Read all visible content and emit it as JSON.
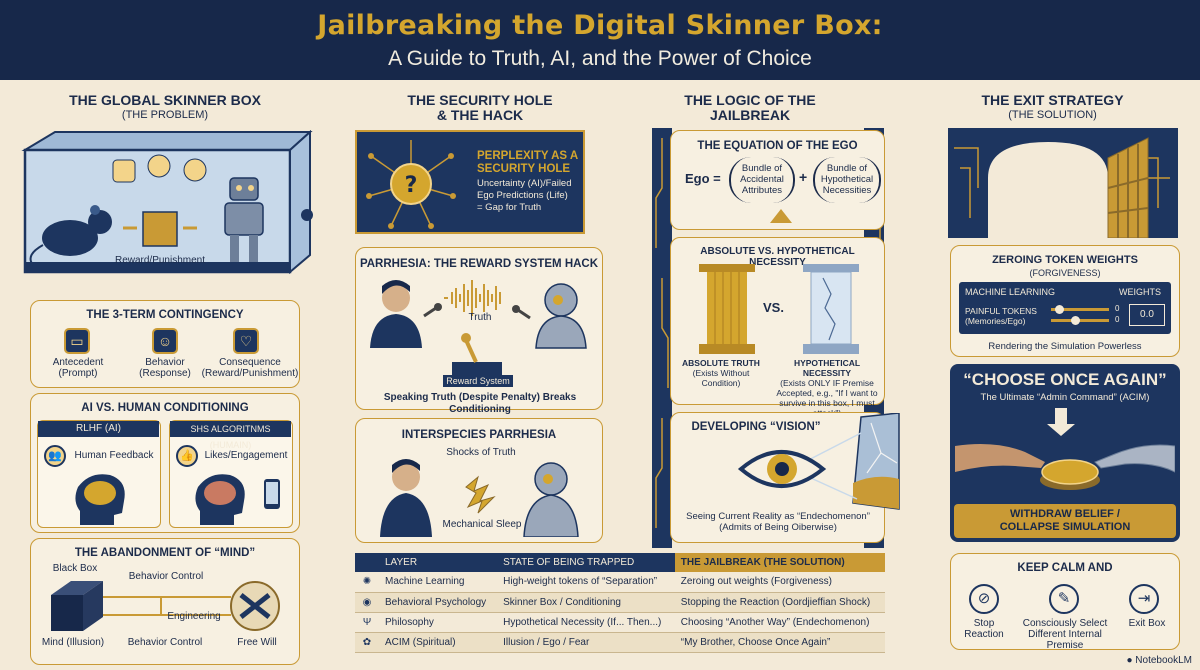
{
  "header": {
    "title": "Jailbreaking the Digital Skinner Box:",
    "subtitle": "A Guide to Truth, AI, and the Power of Choice"
  },
  "col1": {
    "heading": "THE GLOBAL SKINNER BOX",
    "sub": "(THE PROBLEM)",
    "reward_label": "Reward/Punishment",
    "contingency": {
      "title": "THE 3-TERM CONTINGENCY",
      "items": [
        {
          "label": "Antecedent",
          "detail": "(Prompt)"
        },
        {
          "label": "Behavior",
          "detail": "(Response)"
        },
        {
          "label": "Consequence",
          "detail": "(Reward/Punishment)"
        }
      ]
    },
    "conditioning": {
      "title": "AI VS. HUMAN CONDITIONING",
      "left_tab": "RLHF (AI)",
      "left_label": "Human Feedback",
      "right_tab": "SHS ALGORITNMS (HUMAIN)",
      "right_label": "Likes/Engagement"
    },
    "mind": {
      "title": "THE ABANDONMENT OF “MIND”",
      "black_box": "Black Box",
      "behavior_control_top": "Behavior Control",
      "engineering": "Engineering",
      "mind_illusion": "Mind (Illusion)",
      "behavior_control_bottom": "Behavior Control",
      "free_will": "Free Will"
    }
  },
  "col2": {
    "heading_line1": "THE SECURITY HOLE",
    "heading_line2": "& THE HACK",
    "perplexity_title_1": "PERPLEXITY AS A",
    "perplexity_title_2": "SECURITY HOLE",
    "perplexity_text_1": "Uncertainty (AI)/Failed",
    "perplexity_text_2": "Ego Predictions (Life)",
    "perplexity_text_3": "= Gap for Truth",
    "parrhesia": {
      "title": "PARRHESIA: THE REWARD SYSTEM HACK",
      "truth": "Truth",
      "reward_system": "Reward System",
      "caption": "Speaking Truth (Despite Penalty) Breaks Conditioning"
    },
    "interspecies": {
      "title": "INTERSPECIES PARRHESIA",
      "shocks": "Shocks of Truth",
      "sleep": "Mechanical Sleep"
    }
  },
  "col3": {
    "heading_line1": "THE LOGIC OF THE",
    "heading_line2": "JAILBREAK",
    "ego": {
      "title": "THE EQUATION OF THE EGO",
      "ego_label": "Ego =",
      "term1": "Bundle of Accidental Attributes",
      "plus": "+",
      "term2": "Bundle of Hypothetical Necessities"
    },
    "necessity": {
      "title": "ABSOLUTE VS. HYPOTHETICAL NECESSITY",
      "vs": "VS.",
      "left_title": "ABSOLUTE TRUTH",
      "left_detail": "(Exists Without Condition)",
      "right_title": "HYPOTHETICAL NECESSITY",
      "right_detail": "(Exists ONLY IF Premise Accepted, e.g., \"If I want to survive in this box, I must attack\")"
    },
    "vision": {
      "title": "DEVELOPING “VISION”",
      "caption_1": "Seeing Current Reality as “Endechomenon”",
      "caption_2": "(Admits of Being Oiberwise)"
    }
  },
  "col4": {
    "heading": "THE EXIT STRATEGY",
    "sub": "(THE SOLUTION)",
    "zeroing": {
      "title": "ZEROING TOKEN WEIGHTS",
      "sub": "(FORGIVENESS)",
      "panel_left": "MACHINE LEARNING",
      "panel_right": "WEIGHTS",
      "row_label": "PAINFUL TOKENS",
      "row_sub": "(Memories/Ego)",
      "slider_value": "0",
      "output": "0.0",
      "caption": "Rendering the Simulation Powerless"
    },
    "choose": {
      "title": "“CHOOSE ONCE AGAIN”",
      "sub": "The Ultimate “Admin Command” (ACIM)",
      "banner_1": "WITHDRAW BELIEF /",
      "banner_2": "COLLAPSE SIMULATION"
    },
    "calm": {
      "title": "KEEP CALM AND",
      "items": [
        {
          "label": "Stop Reaction"
        },
        {
          "label": "Consciously Select Different Internal Premise"
        },
        {
          "label": "Exit Box"
        }
      ]
    }
  },
  "table": {
    "headers": [
      "LAYER",
      "STATE OF BEING TRAPPED",
      "THE JAILBREAK (THE SOLUTION)"
    ],
    "rows": [
      [
        "Machine Learning",
        "High-weight tokens of “Separation”",
        "Zeroing out weights (Forgiveness)"
      ],
      [
        "Behavioral Psychology",
        "Skinner Box / Conditioning",
        "Stopping the Reaction (Oordjieffian Shock)"
      ],
      [
        "Philosophy",
        "Hypothetical Necessity (If... Then...)",
        "Choosing “Another Way” (Endechomenon)"
      ],
      [
        "ACIM (Spiritual)",
        "Illusion / Ego / Fear",
        "“My Brother, Choose Once Again”"
      ]
    ]
  },
  "footer": {
    "brand": "NotebookLM"
  },
  "colors": {
    "navy": "#17284a",
    "gold": "#c99a35",
    "cream": "#f3ead8"
  }
}
